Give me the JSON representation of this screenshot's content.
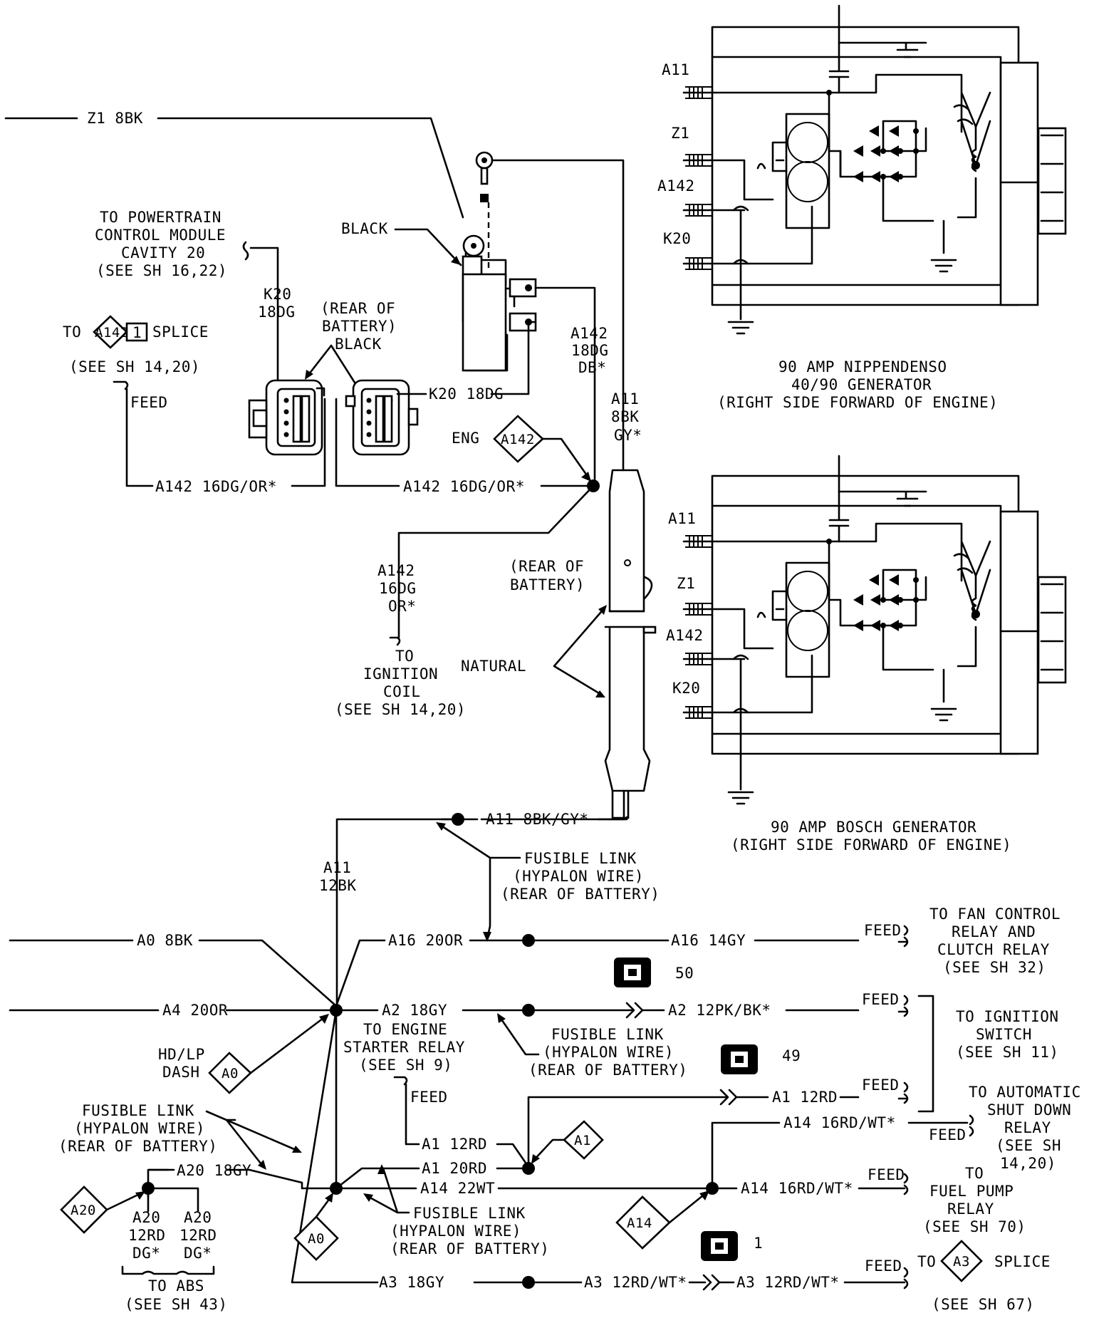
{
  "labels": {
    "z1_8bk": "Z1 8BK",
    "to_pcm_1": "TO POWERTRAIN",
    "to_pcm_2": "CONTROL MODULE",
    "to_pcm_3": "CAVITY 20",
    "to_pcm_4": "(SEE SH 16,22)",
    "black_top": "BLACK",
    "k20_18dg_left_1": "K20",
    "k20_18dg_left_2": "18DG",
    "rear_batt_1": "(REAR OF",
    "rear_batt_2": "BATTERY)",
    "black_mid": "BLACK",
    "to_splice_to": "TO",
    "splice_a142": "A142",
    "splice_a142_num": "1",
    "splice_word": "SPLICE",
    "see_sh_1420_a": "(SEE SH 14,20)",
    "feed_left": "FEED",
    "k20_18dg_right": "K20 18DG",
    "a142_18dg_db_1": "A142",
    "a142_18dg_db_2": "18DG",
    "a142_18dg_db_3": "DB*",
    "a11_8bk_gy_1": "A11",
    "a11_8bk_gy_2": "8BK",
    "a11_8bk_gy_3": "GY*",
    "eng": "ENG",
    "eng_diamond": "A142",
    "a142_16dg_or_left": "A142 16DG/OR*",
    "a142_16dg_or_right": "A142 16DG/OR*",
    "a142_16dg_or_v_1": "A142",
    "a142_16dg_or_v_2": "16DG",
    "a142_16dg_or_v_3": "OR*",
    "to_ign_coil_1": "TO",
    "to_ign_coil_2": "IGNITION",
    "to_ign_coil_3": "COIL",
    "to_ign_coil_4": "(SEE SH 14,20)",
    "rear_batt2_1": "(REAR OF",
    "rear_batt2_2": "BATTERY)",
    "natural": "NATURAL",
    "gen1_a11": "A11",
    "gen1_z1": "Z1",
    "gen1_a142": "A142",
    "gen1_k20": "K20",
    "gen1_cap_1": "90 AMP NIPPENDENSO",
    "gen1_cap_2": "40/90 GENERATOR",
    "gen1_cap_3": "(RIGHT SIDE FORWARD OF ENGINE)",
    "gen2_a11": "A11",
    "gen2_z1": "Z1",
    "gen2_a142": "A142",
    "gen2_k20": "K20",
    "gen2_cap_1": "90 AMP BOSCH GENERATOR",
    "gen2_cap_2": "(RIGHT SIDE FORWARD OF ENGINE)",
    "a11_8bk_gy_h": "A11 8BK/GY*",
    "a11_12bk_1": "A11",
    "a11_12bk_2": "12BK",
    "fl1_1": "FUSIBLE LINK",
    "fl1_2": "(HYPALON WIRE)",
    "fl1_3": "(REAR OF BATTERY)",
    "a0_8bk": "A0 8BK",
    "a16_20or": "A16 20OR",
    "a16_14gy": "A16 14GY",
    "feed_fan": "FEED",
    "to_fan_1": "TO FAN CONTROL",
    "to_fan_2": "RELAY AND",
    "to_fan_3": "CLUTCH RELAY",
    "to_fan_4": "(SEE SH 32)",
    "conn_50": "50",
    "a4_20or": "A4 20OR",
    "a2_18gy": "A2 18GY",
    "a2_12pk_bk": "A2 12PK/BK*",
    "feed_a2": "FEED",
    "to_ign_sw_1": "TO IGNITION",
    "to_ign_sw_2": "SWITCH",
    "to_ign_sw_3": "(SEE SH 11)",
    "to_starter_1": "TO ENGINE",
    "to_starter_2": "STARTER RELAY",
    "to_starter_3": "(SEE SH 9)",
    "fl2_1": "FUSIBLE LINK",
    "fl2_2": "(HYPALON WIRE)",
    "fl2_3": "(REAR OF BATTERY)",
    "conn_49": "49",
    "hd_lp_1": "HD/LP",
    "hd_lp_2": "DASH",
    "diamond_a0_hd": "A0",
    "feed_starter": "FEED",
    "a1_12rd_right": "A1 12RD",
    "feed_a1": "FEED",
    "fl3_1": "FUSIBLE LINK",
    "fl3_2": "(HYPALON WIRE)",
    "fl3_3": "(REAR OF BATTERY)",
    "to_asd_1": "TO AUTOMATIC",
    "to_asd_2": "SHUT DOWN",
    "to_asd_3": "RELAY",
    "to_asd_4": "(SEE SH",
    "to_asd_5": "14,20)",
    "a14_16rd_wt_top": "A14 16RD/WT*",
    "feed_asd": "FEED",
    "a1_12rd_left": "A1 12RD",
    "diamond_a1": "A1",
    "a1_20rd": "A1 20RD",
    "a20_18gy": "A20 18GY",
    "a14_22wt": "A14 22WT",
    "a14_16rd_wt_bot": "A14 16RD/WT*",
    "feed_fuel": "FEED",
    "to_fuel_1": "TO",
    "to_fuel_2": "FUEL PUMP",
    "to_fuel_3": "RELAY",
    "to_fuel_4": "(SEE SH 70)",
    "diamond_a20": "A20",
    "a20_12rd_dg_l_1": "A20",
    "a20_12rd_dg_l_2": "12RD",
    "a20_12rd_dg_l_3": "DG*",
    "a20_12rd_dg_r_1": "A20",
    "a20_12rd_dg_r_2": "12RD",
    "a20_12rd_dg_r_3": "DG*",
    "fl4_1": "FUSIBLE LINK",
    "fl4_2": "(HYPALON WIRE)",
    "fl4_3": "(REAR OF BATTERY)",
    "diamond_a0_bot": "A0",
    "diamond_a14": "A14",
    "conn_1": "1",
    "to_abs_1": "TO ABS",
    "to_abs_2": "(SEE SH 43)",
    "a3_18gy": "A3 18GY",
    "a3_12rd_wt_l": "A3 12RD/WT*",
    "a3_12rd_wt_r": "A3 12RD/WT*",
    "feed_a3": "FEED",
    "to_a3_to": "TO",
    "diamond_a3": "A3",
    "splice_a3": "SPLICE",
    "see_sh_67": "(SEE SH 67)"
  }
}
